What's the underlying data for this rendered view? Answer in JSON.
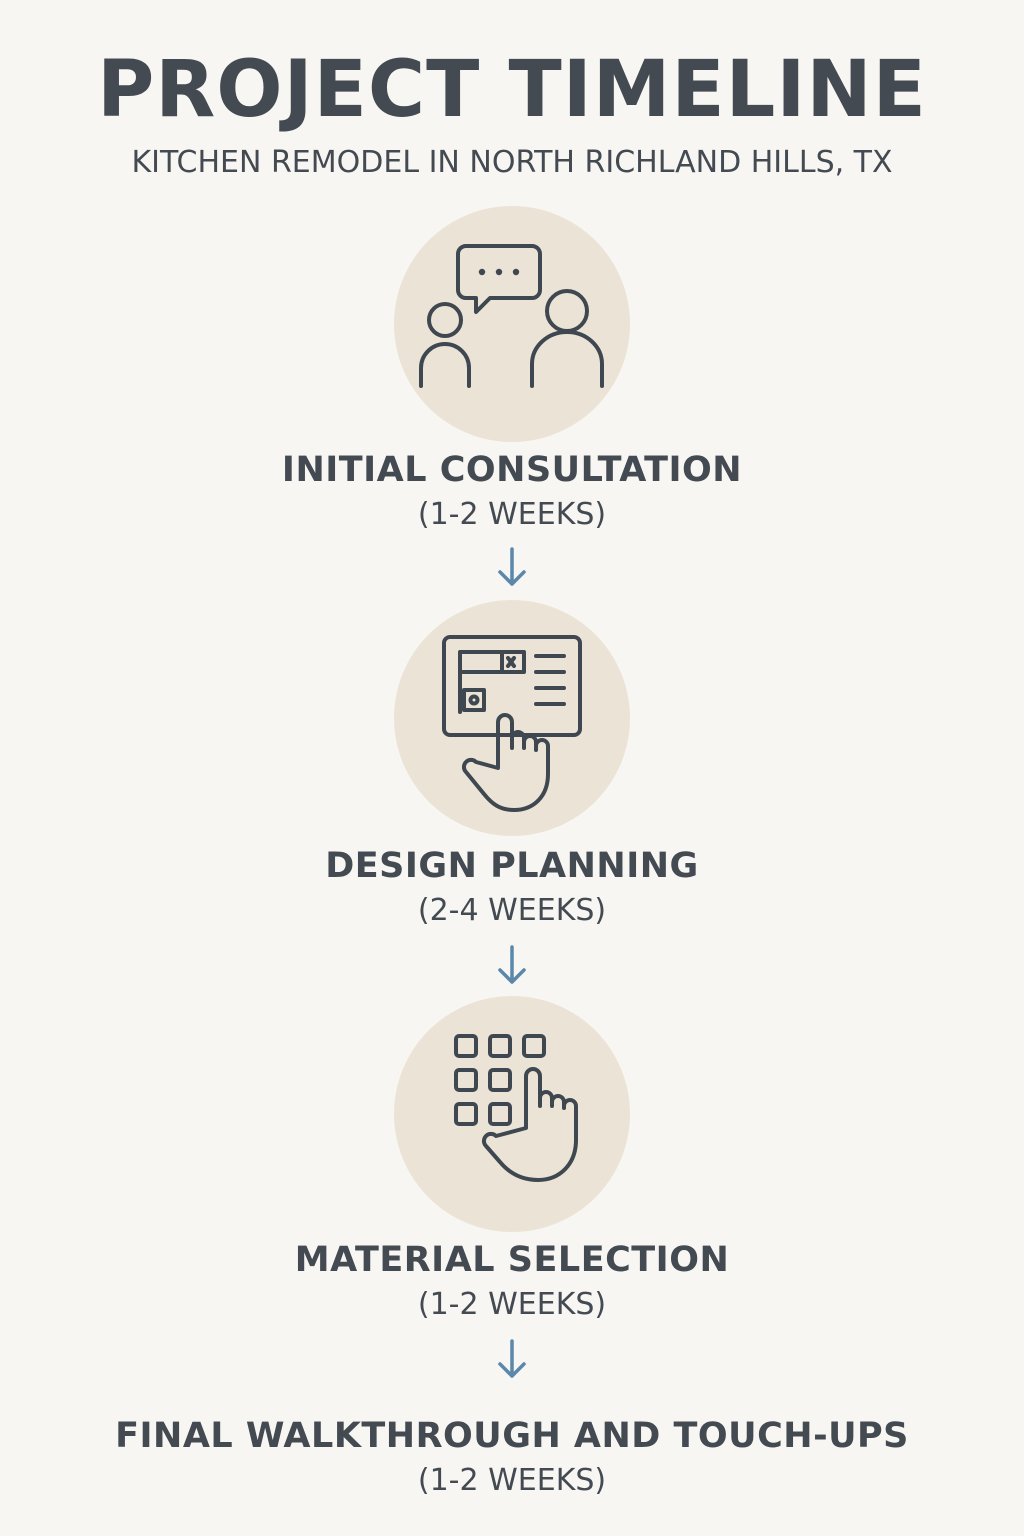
{
  "header": {
    "title": "PROJECT TIMELINE",
    "subtitle": "KITCHEN REMODEL IN NORTH RICHLAND HILLS, TX"
  },
  "steps": [
    {
      "title": "INITIAL CONSULTATION",
      "duration": "(1-2 WEEKS)",
      "icon": "consultation-icon"
    },
    {
      "title": "DESIGN PLANNING",
      "duration": "(2-4 WEEKS)",
      "icon": "design-planning-icon"
    },
    {
      "title": "MATERIAL SELECTION",
      "duration": "(1-2 WEEKS)",
      "icon": "material-selection-icon"
    },
    {
      "title": "FINAL WALKTHROUGH AND TOUCH-UPS",
      "duration": "(1-2 WEEKS)"
    }
  ],
  "colors": {
    "background": "#f8f6f2",
    "circle": "#ebe4d6",
    "text": "#434a51",
    "arrow": "#5b87ab"
  }
}
